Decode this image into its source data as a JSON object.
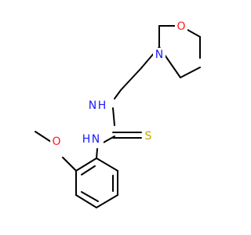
{
  "molecule": {
    "atoms": {
      "o_ring": "O",
      "n_morpholine": "N",
      "n_upper": "N",
      "h_upper": "H",
      "s_thione": "S",
      "n_lower": "N",
      "h_lower": "H",
      "o_methoxy": "O"
    },
    "colors": {
      "bond": "#000000",
      "nitrogen": "#1a1aff",
      "oxygen": "#ff1a1a",
      "sulfur": "#bfa600"
    }
  }
}
